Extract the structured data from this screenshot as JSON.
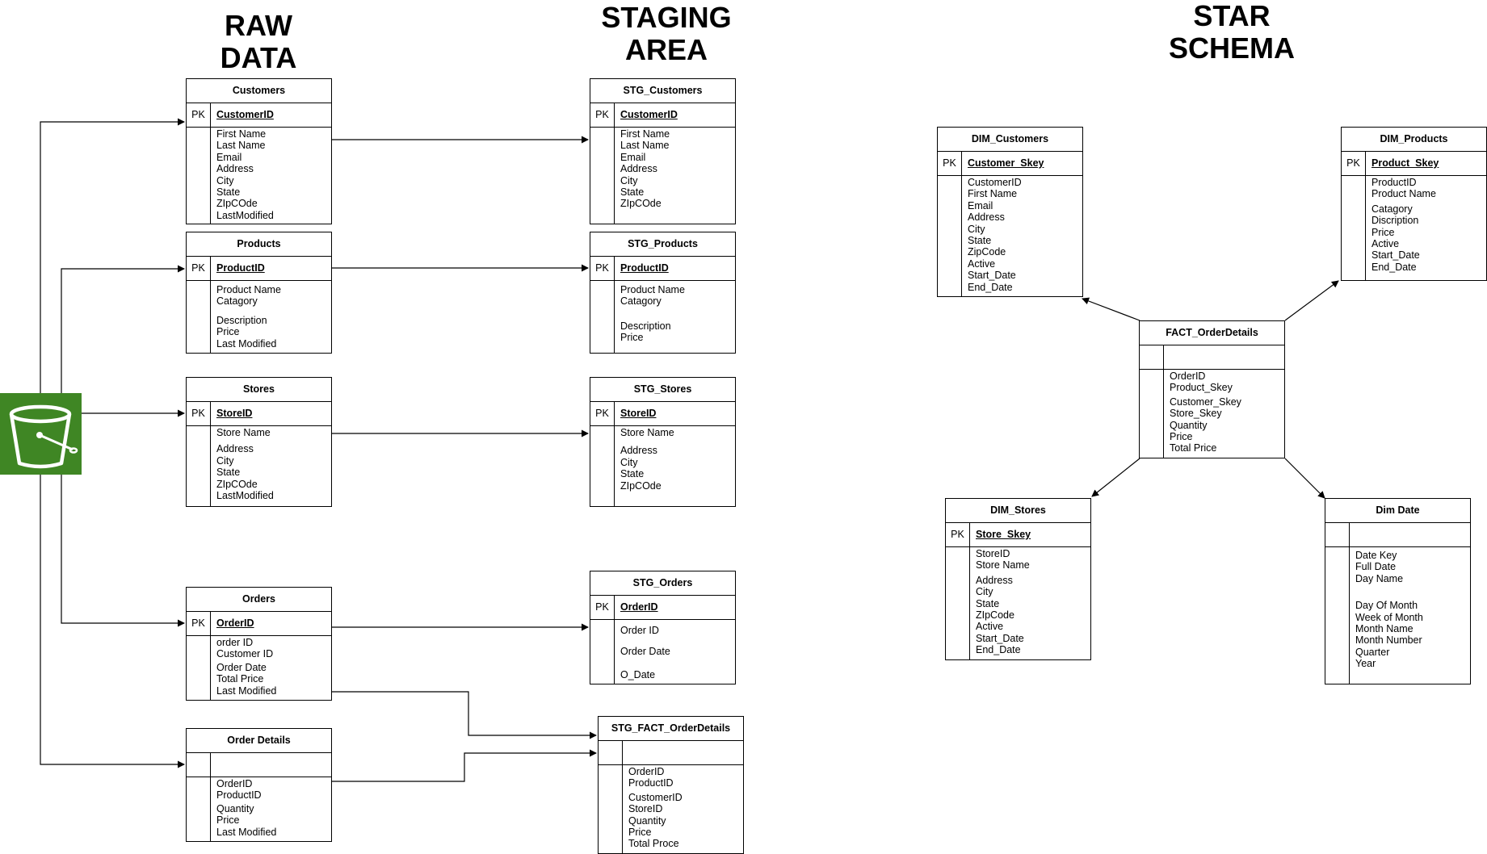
{
  "titles": {
    "raw": [
      "RAW",
      "DATA"
    ],
    "staging": [
      "STAGING",
      "AREA"
    ],
    "star": [
      "STAR",
      "SCHEMA"
    ]
  },
  "pk_label": "PK",
  "entities": {
    "customers": {
      "name": "Customers",
      "key": "CustomerID",
      "fields": [
        "First Name",
        "Last Name",
        "Email",
        "Address",
        "City",
        "State",
        "ZIpCOde",
        "LastModified"
      ]
    },
    "products": {
      "name": "Products",
      "key": "ProductID",
      "fields": [
        "Product Name",
        "Catagory",
        "Description",
        "Price",
        "Last Modified"
      ]
    },
    "stores": {
      "name": "Stores",
      "key": "StoreID",
      "fields": [
        "Store Name",
        "Address",
        "City",
        "State",
        "ZIpCOde",
        "LastModified"
      ]
    },
    "orders": {
      "name": "Orders",
      "key": "OrderID",
      "fields": [
        "order ID",
        "Customer ID",
        "Order Date",
        "Total Price",
        "Last Modified"
      ]
    },
    "order_details": {
      "name": "Order Details",
      "key": "",
      "fields": [
        "OrderID",
        "ProductID",
        "Quantity",
        "Price",
        "Last Modified"
      ]
    },
    "stg_customers": {
      "name": "STG_Customers",
      "key": "CustomerID",
      "fields": [
        "First Name",
        "Last Name",
        "Email",
        "Address",
        "City",
        "State",
        "ZIpCOde"
      ]
    },
    "stg_products": {
      "name": "STG_Products",
      "key": "ProductID",
      "fields": [
        "Product Name",
        "Catagory",
        "Description",
        "Price"
      ]
    },
    "stg_stores": {
      "name": "STG_Stores",
      "key": "StoreID",
      "fields": [
        "Store Name",
        "Address",
        "City",
        "State",
        "ZIpCOde"
      ]
    },
    "stg_orders": {
      "name": "STG_Orders",
      "key": "OrderID",
      "fields": [
        "Order ID",
        "Order Date",
        "O_Date"
      ]
    },
    "stg_fact": {
      "name": "STG_FACT_OrderDetails",
      "key": "",
      "fields": [
        "OrderID",
        "ProductID",
        "CustomerID",
        "StoreID",
        "Quantity",
        "Price",
        "Total Proce"
      ]
    },
    "dim_customers": {
      "name": "DIM_Customers",
      "key": "Customer_Skey",
      "fields": [
        "CustomerID",
        "First Name",
        "Email",
        "Address",
        "City",
        "State",
        "ZipCode",
        "Active",
        "Start_Date",
        "End_Date"
      ]
    },
    "dim_products": {
      "name": "DIM_Products",
      "key": "Product_Skey",
      "fields": [
        "ProductID",
        "Product Name",
        "Catagory",
        "Discription",
        "Price",
        "Active",
        "Start_Date",
        "End_Date"
      ]
    },
    "fact": {
      "name": "FACT_OrderDetails",
      "key": "",
      "fields": [
        "OrderID",
        "Product_Skey",
        "Customer_Skey",
        "Store_Skey",
        "Quantity",
        "Price",
        "Total Price"
      ]
    },
    "dim_stores": {
      "name": "DIM_Stores",
      "key": "Store_Skey",
      "fields": [
        "StoreID",
        "Store Name",
        "Address",
        "City",
        "State",
        "ZIpCode",
        "Active",
        "Start_Date",
        "End_Date"
      ]
    },
    "dim_date": {
      "name": "Dim Date",
      "key": "",
      "fields": [
        "Date Key",
        "Full Date",
        "Day Name",
        "Day Of Month",
        "Week of Month",
        "Month Name",
        "Month Number",
        "Quarter",
        "Year"
      ]
    }
  },
  "icons": {
    "source": "bucket-icon"
  },
  "colors": {
    "bucket": "#3f8624",
    "line": "#000000"
  }
}
